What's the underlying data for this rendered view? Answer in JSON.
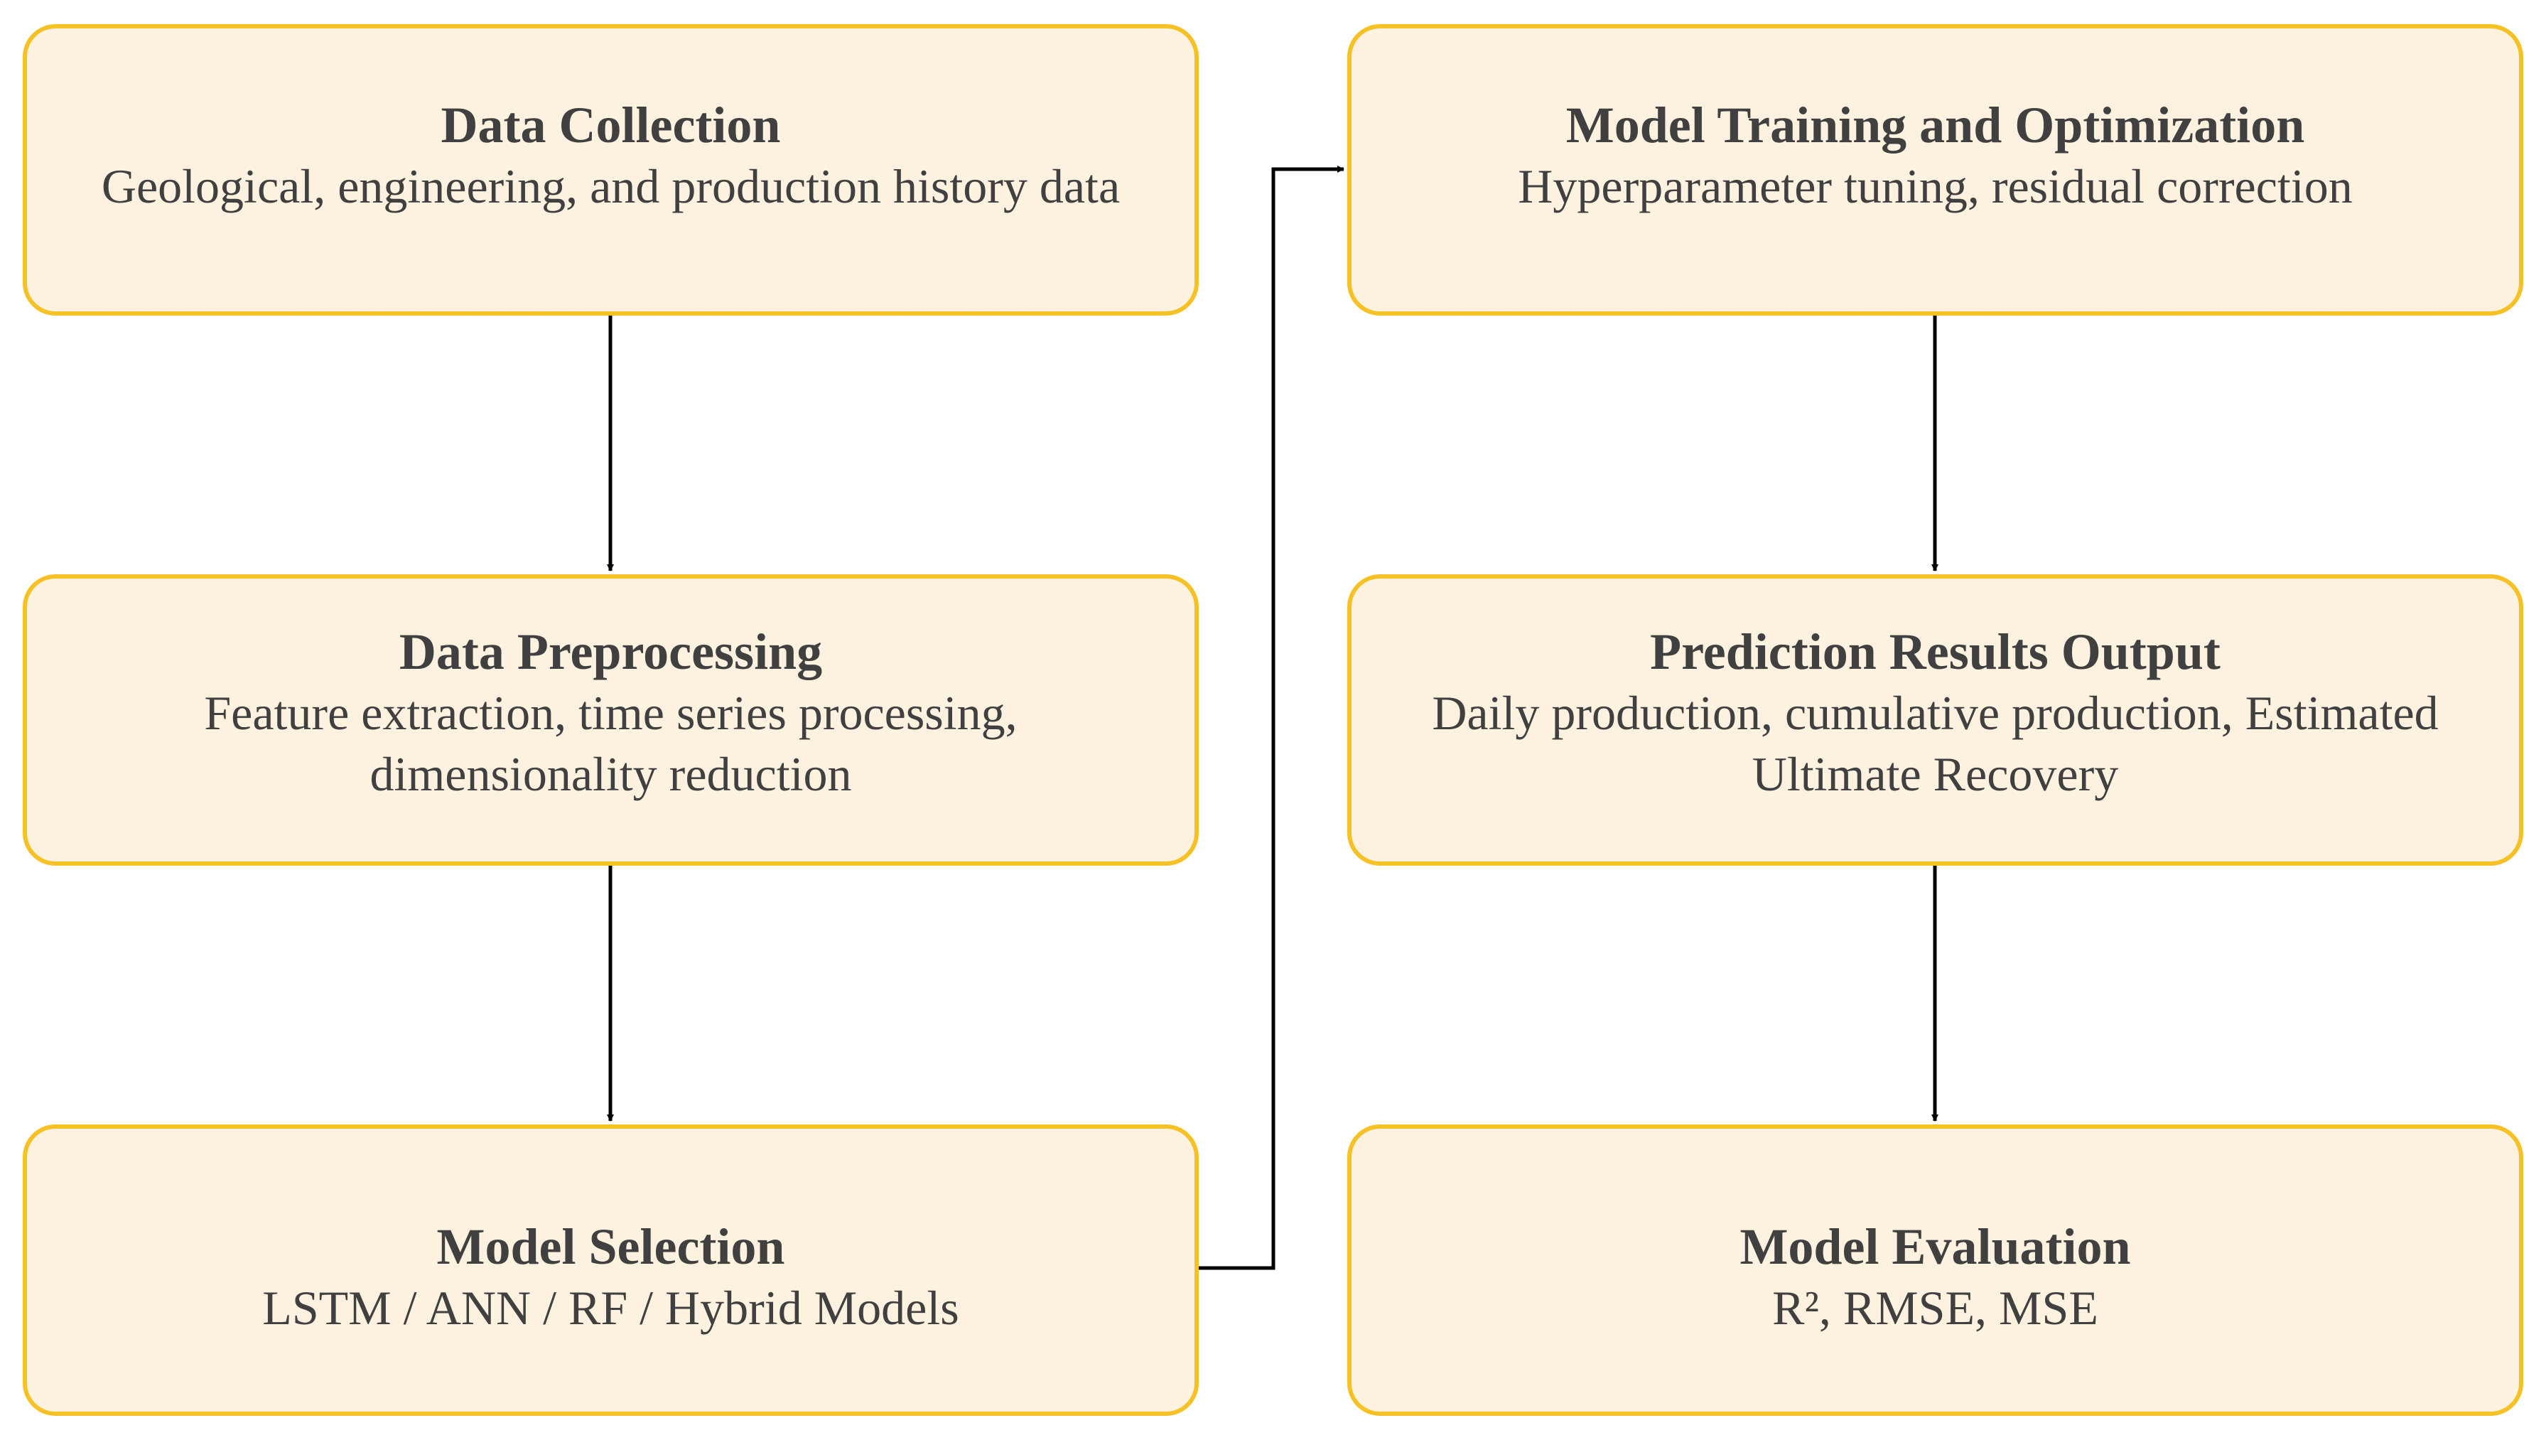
{
  "boxes": {
    "data_collection": {
      "title": "Data Collection",
      "description": "Geological, engineering, and production history data"
    },
    "data_preprocessing": {
      "title": "Data Preprocessing",
      "description": "Feature extraction, time series processing, dimensionality reduction"
    },
    "model_selection": {
      "title": "Model Selection",
      "description": "LSTM / ANN / RF / Hybrid Models"
    },
    "model_training": {
      "title": "Model Training and Optimization",
      "description": "Hyperparameter tuning, residual correction"
    },
    "prediction_output": {
      "title": "Prediction Results Output",
      "description": "Daily production, cumulative production, Estimated Ultimate Recovery"
    },
    "model_evaluation": {
      "title": "Model Evaluation",
      "description": "R², RMSE, MSE"
    }
  },
  "colors": {
    "box_fill": "#fdf1df",
    "box_border": "#f6c125",
    "text": "#404040",
    "arrow": "#000000"
  }
}
